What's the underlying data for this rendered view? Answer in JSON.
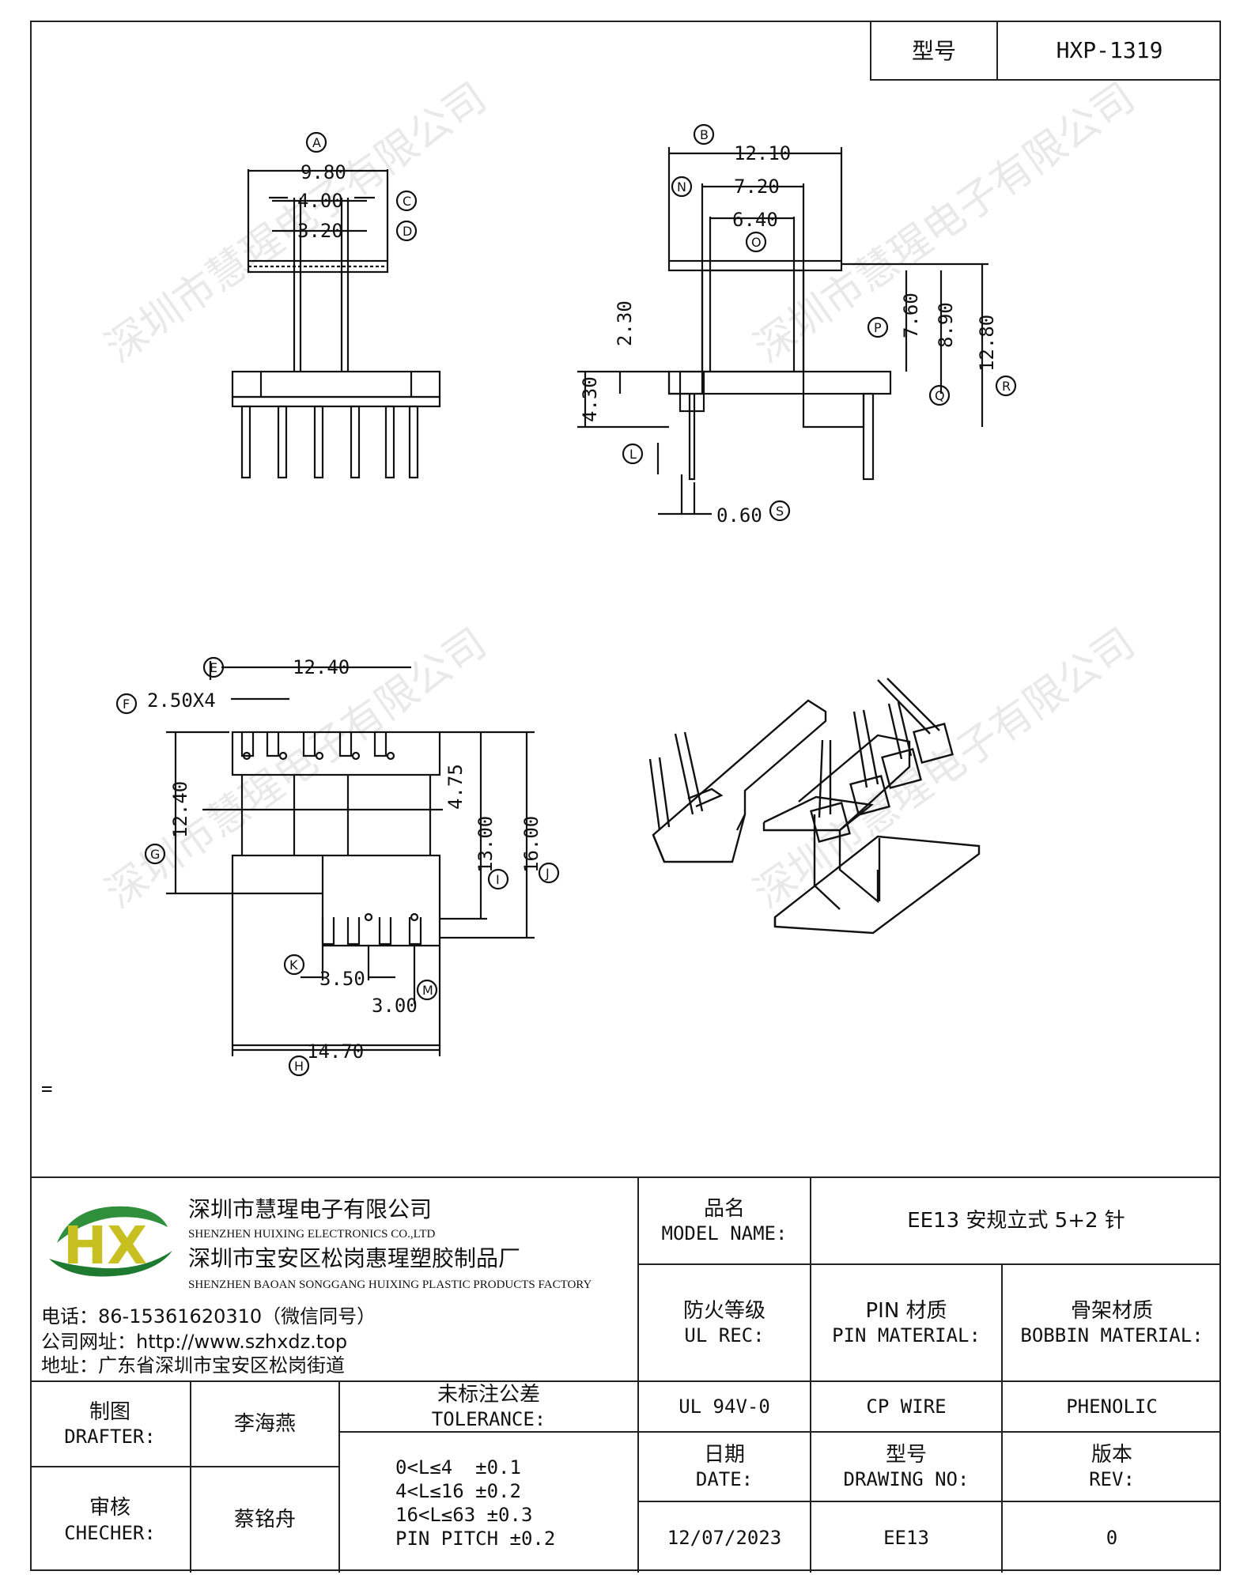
{
  "header": {
    "model_label": "型号",
    "model_value": "HXP-1319"
  },
  "views": {
    "top_left": {
      "A": "9.80",
      "C": "4.00",
      "D": "3.20"
    },
    "top_right": {
      "B": "12.10",
      "N": "7.20",
      "O": "6.40",
      "P": "7.60",
      "Q": "8.90",
      "R": "12.80",
      "h1": "2.30",
      "h2": "4.30",
      "S": "0.60"
    },
    "bottom_left": {
      "E": "12.40",
      "F": "2.50X4",
      "G": "12.40",
      "h475": "4.75",
      "I": "13.00",
      "J": "16.00",
      "K": "3.50",
      "M": "3.00",
      "H": "14.70"
    }
  },
  "bubbles": [
    "A",
    "C",
    "D",
    "B",
    "N",
    "O",
    "P",
    "Q",
    "R",
    "L",
    "S",
    "E",
    "F",
    "G",
    "I",
    "J",
    "K",
    "M",
    "H"
  ],
  "watermark": "深圳市慧瑆电子有限公司",
  "stray_mark": "=",
  "company": {
    "name_cn": "深圳市慧瑆电子有限公司",
    "name_en": "SHENZHEN HUIXING ELECTRONICS CO.,LTD",
    "factory_cn": "深圳市宝安区松岗惠瑆塑胶制品厂",
    "factory_en": "SHENZHEN BAOAN SONGGANG HUIXING PLASTIC PRODUCTS FACTORY",
    "phone": "电话：86-15361620310（微信同号）",
    "website": "公司网址：http://www.szhxdz.top",
    "address": "地址：广东省深圳市宝安区松岗街道",
    "logo_text": "HX"
  },
  "titleblock": {
    "model_name_cn": "品名",
    "model_name_en": "MODEL NAME:",
    "model_name_value": "EE13 安规立式 5+2 针",
    "ul_cn": "防火等级",
    "ul_en": "UL REC:",
    "pin_cn": "PIN 材质",
    "pin_en": "PIN MATERIAL:",
    "bobbin_cn": "骨架材质",
    "bobbin_en": "BOBBIN MATERIAL:",
    "ul_value": "UL 94V-0",
    "pin_value": "CP WIRE",
    "bobbin_value": "PHENOLIC",
    "drafter_cn": "制图",
    "drafter_en": "DRAFTER:",
    "drafter_value": "李海燕",
    "checker_cn": "审核",
    "checker_en": "CHECHER:",
    "checker_value": "蔡铭舟",
    "tol_cn": "未标注公差",
    "tol_en": "TOLERANCE:",
    "tol_lines": [
      "0<L≤4  ±0.1",
      "4<L≤16 ±0.2",
      "16<L≤63 ±0.3",
      "PIN PITCH ±0.2"
    ],
    "date_cn": "日期",
    "date_en": "DATE:",
    "dwg_cn": "型号",
    "dwg_en": "DRAWING NO:",
    "rev_cn": "版本",
    "rev_en": "REV:",
    "date_value": "12/07/2023",
    "dwg_value": "EE13",
    "rev_value": "0"
  }
}
